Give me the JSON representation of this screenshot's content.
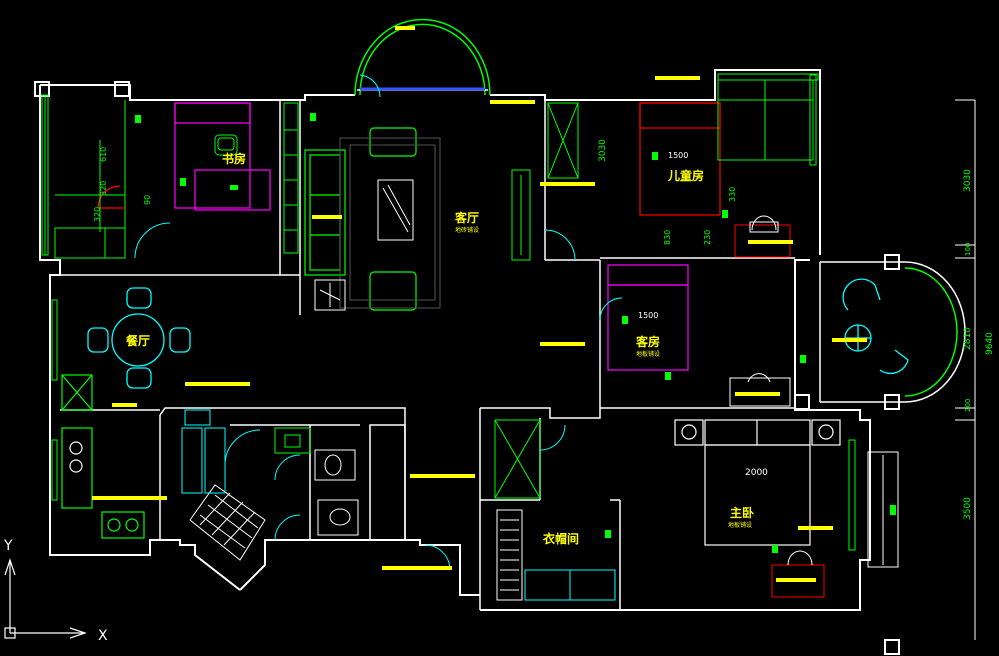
{
  "rooms": {
    "study": "书房",
    "living": "客厅",
    "living_sub": "地砖铺设",
    "kids": "儿童房",
    "dining": "餐厅",
    "guest": "客房",
    "guest_sub": "地板铺设",
    "master": "主卧",
    "master_sub": "地板铺设",
    "closet": "衣帽间"
  },
  "dims": {
    "left_610": "610",
    "left_820": "820",
    "left_320": "320",
    "left_90": "90",
    "kids_3030": "3030",
    "kids_1500": "1500",
    "kids_330": "330",
    "kids_830": "830",
    "kids_230": "230",
    "guest_1500": "1500",
    "master_2000": "2000",
    "right_3030": "3030",
    "right_100": "100",
    "right_2810": "2810",
    "right_9640": "9640",
    "right_200": "200",
    "right_3500": "3500"
  },
  "axis": {
    "y": "Y",
    "x": "X"
  },
  "colors": {
    "background": "#000000",
    "wall": "#ffffff",
    "furniture": "#00ff00",
    "cyan": "#00ffff",
    "magenta": "#ff00ff",
    "label": "#ffff00",
    "red": "#ff0000"
  }
}
